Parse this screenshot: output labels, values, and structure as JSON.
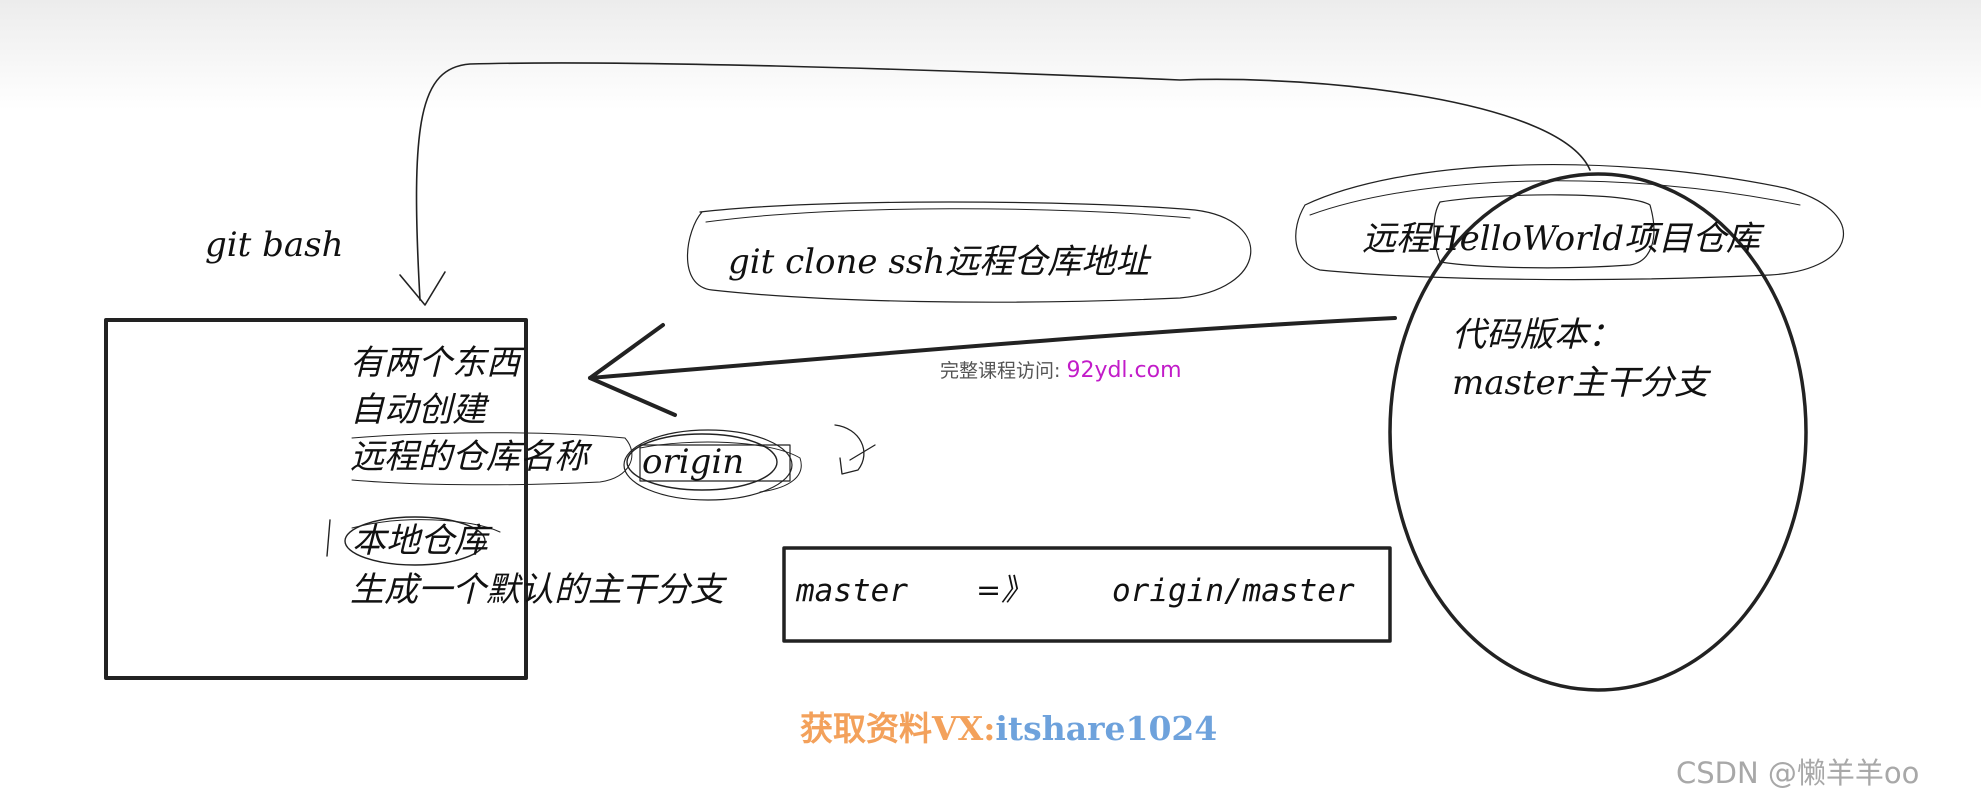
{
  "labels": {
    "git_bash": "git bash",
    "clone_cmd": "git clone ssh远程仓库地址",
    "remote_repo": "远程HelloWorld项目仓库",
    "code_version": "代码版本：",
    "remote_master": "master主干分支",
    "two_things": "有两个东西",
    "auto_create": "自动创建",
    "remote_name": "远程的仓库名称",
    "origin": "origin",
    "local_repo": "本地仓库",
    "default_branch": "生成一个默认的主干分支",
    "local_master": "master",
    "maps_to": "=》",
    "origin_master": "origin/master"
  },
  "watermarks": {
    "course_prefix": "完整课程访问:",
    "course_url": "92ydl.com",
    "vx_prefix": "获取资料VX:",
    "vx_id": "itshare1024",
    "csdn": "CSDN @懒羊羊oo"
  }
}
